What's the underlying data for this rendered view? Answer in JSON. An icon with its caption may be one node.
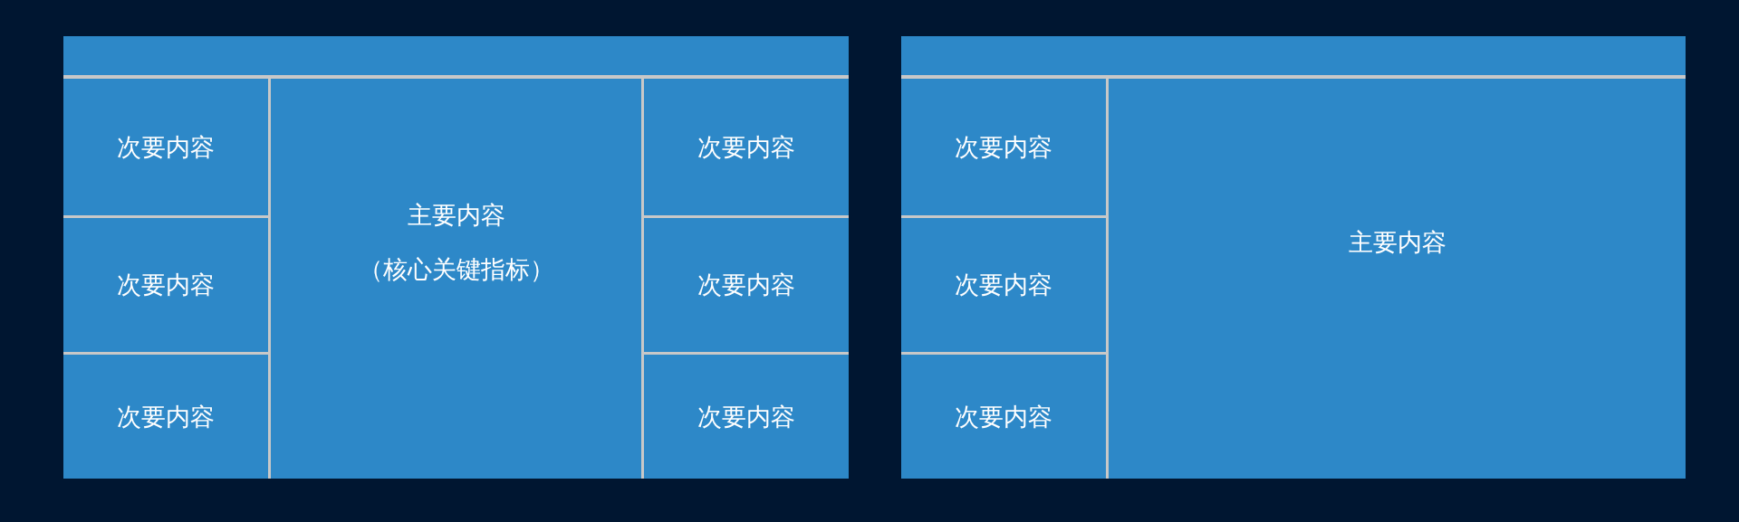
{
  "diagram": {
    "nodes": [
      {
        "text": [],
        "shape": "box"
      },
      {
        "text": [],
        "shape": "bar",
        "in": 0
      },
      {
        "text": [
          "次要内容"
        ],
        "in": 0
      },
      {
        "text": [
          "主要内容",
          "（核心关键指标）"
        ],
        "in": 0
      },
      {
        "text": [
          "次要内容"
        ],
        "in": 0
      },
      {
        "text": [
          "次要内容"
        ],
        "in": 0
      },
      {
        "text": [
          "次要内容"
        ],
        "in": 0
      },
      {
        "text": [
          "次要内容"
        ],
        "in": 0
      },
      {
        "text": [
          "次要内容"
        ],
        "in": 0
      },
      {
        "text": [],
        "shape": "box"
      },
      {
        "text": [],
        "shape": "bar",
        "in": 9
      },
      {
        "text": [
          "次要内容"
        ],
        "in": 9
      },
      {
        "text": [
          "主要内容"
        ],
        "in": 9
      },
      {
        "text": [
          "次要内容"
        ],
        "in": 9
      },
      {
        "text": [
          "次要内容"
        ],
        "in": 9
      }
    ],
    "edges": []
  }
}
